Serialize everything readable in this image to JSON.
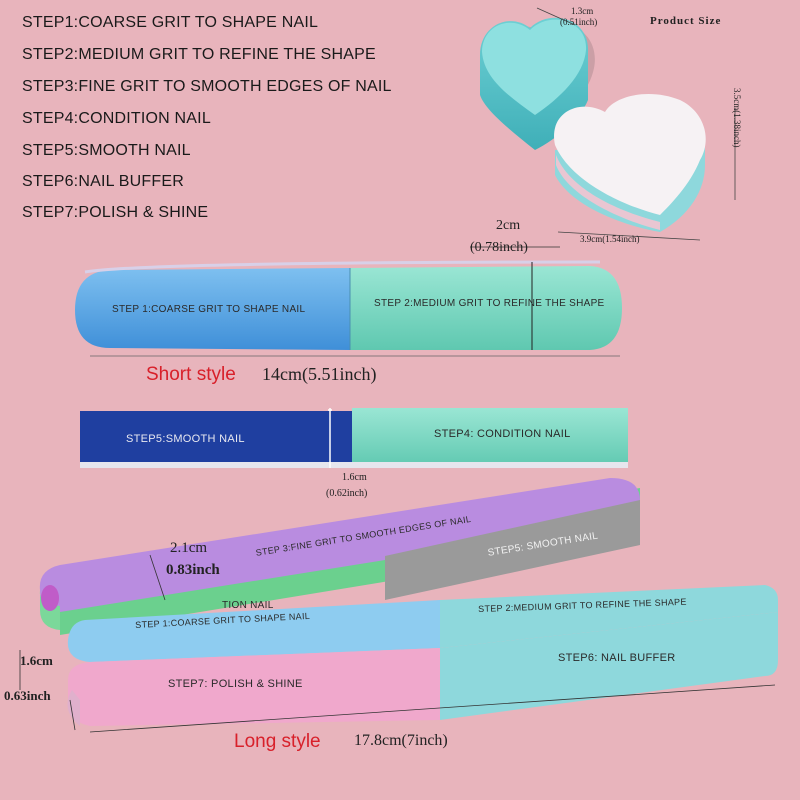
{
  "steps": [
    "STEP1:COARSE GRIT TO SHAPE NAIL",
    "STEP2:MEDIUM GRIT TO REFINE THE SHAPE",
    "STEP3:FINE GRIT TO SMOOTH EDGES OF NAIL",
    "STEP4:CONDITION NAIL",
    "STEP5:SMOOTH NAIL",
    "STEP6:NAIL BUFFER",
    "STEP7:POLISH & SHINE"
  ],
  "product_size": {
    "title": "Product Size",
    "heart_thickness_cm": "1.3cm",
    "heart_thickness_in": "(0.51inch)",
    "heart_height": "3.5cm(1.38inch)",
    "heart_width": "3.9cm(1.54inch)"
  },
  "short_style": {
    "width_cm": "2cm",
    "width_in": "(0.78inch)",
    "band1": "STEP 1:COARSE GRIT TO SHAPE NAIL",
    "band2": "STEP 2:MEDIUM GRIT TO REFINE THE SHAPE",
    "label": "Short style",
    "length": "14cm(5.51inch)",
    "back_band1": "STEP5:SMOOTH NAIL",
    "back_band2": "STEP4: CONDITION NAIL",
    "thickness_cm": "1.6cm",
    "thickness_in": "(0.62inch)"
  },
  "long_style": {
    "width_cm": "2.1cm",
    "width_in": "0.83inch",
    "top_band1": "STEP 3:FINE GRIT TO SMOOTH EDGES OF NAIL",
    "top_band2": "STEP5: SMOOTH NAIL",
    "side_text": "TION NAIL",
    "front_band1": "STEP 1:COARSE GRIT TO SHAPE NAIL",
    "front_band2": "STEP 2:MEDIUM GRIT TO REFINE THE SHAPE",
    "front_band3": "STEP7: POLISH & SHINE",
    "front_band4": "STEP6: NAIL BUFFER",
    "thickness_cm": "1.6cm",
    "thickness_in": "0.63inch",
    "label": "Long style",
    "length": "17.8cm(7inch)"
  },
  "colors": {
    "background": "#E8B4BC",
    "blue": "#5AA8E0",
    "mint": "#7DD8C4",
    "navy": "#1F3FA0",
    "purple": "#B98CE0",
    "grey": "#9A9A9A",
    "pink": "#F0A8CC",
    "aqua": "#8ED8DC",
    "green": "#6BD08E",
    "accent_red": "#D8202A"
  }
}
